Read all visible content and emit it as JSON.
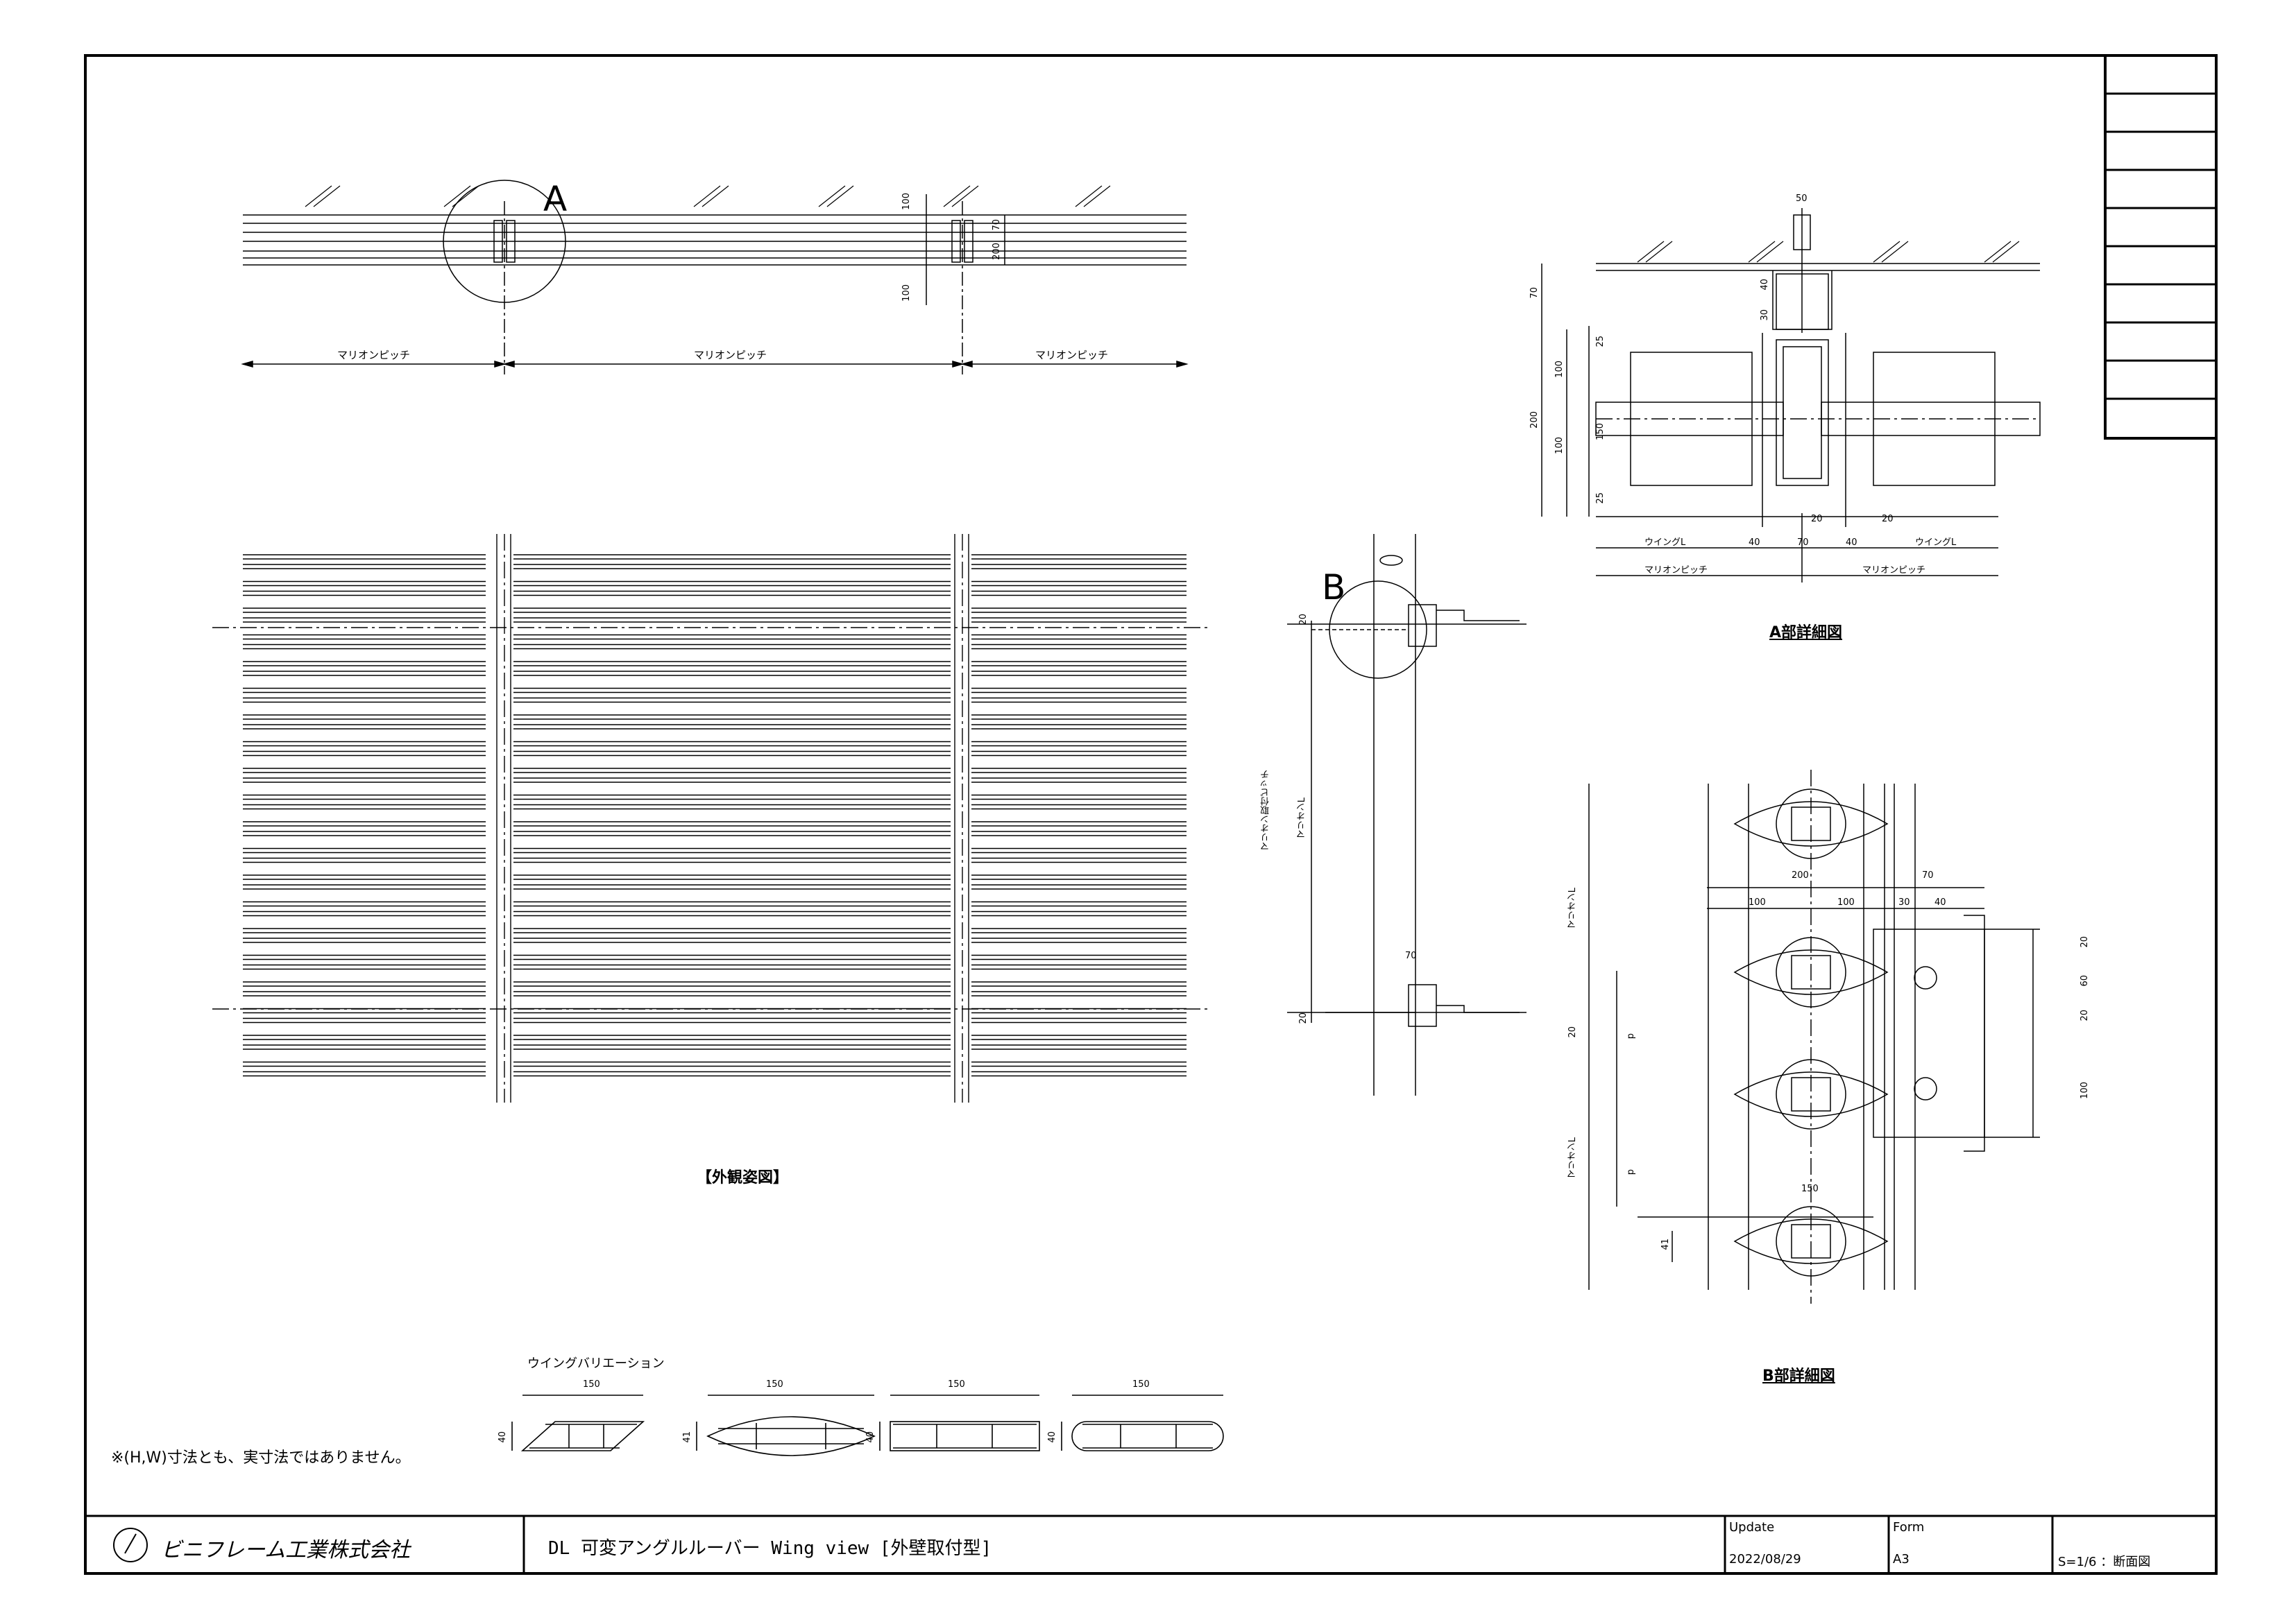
{
  "sheet": {
    "company": "ビニフレーム工業株式会社",
    "title": "DL 可変アングルルーバー Wing view [外壁取付型]",
    "update_label": "Update",
    "update_value": "2022/08/29",
    "form_label": "Form",
    "form_value": "A3",
    "scale": "S=1/6 ：断面図",
    "note": "※(H,W)寸法とも、実寸法ではありません。"
  },
  "views": {
    "elevation_caption": "【外観姿図】",
    "detail_a_caption": "A部詳細図",
    "detail_b_caption": "B部詳細図",
    "marker_a": "A",
    "marker_b": "B",
    "wing_variation_title": "ウイングバリエーション"
  },
  "plan_dims": {
    "pitch": "マリオンピッチ",
    "d100a": "100",
    "d100b": "100",
    "d70": "70",
    "d200": "200"
  },
  "detail_a_dims": {
    "d50": "50",
    "d70_top": "70",
    "d40": "40",
    "d30": "30",
    "d200": "200",
    "d100a": "100",
    "d100b": "100",
    "d25a": "25",
    "d150": "150",
    "d25b": "25",
    "d20a": "20",
    "d20b": "20",
    "wing_l": "ウイングL",
    "d40a": "40",
    "d70": "70",
    "d40b": "40",
    "pitch": "マリオンピッチ"
  },
  "section_b_dims": {
    "pitch_v": "マリオン取付ピッチ",
    "mullion_l": "マリオンL",
    "d20a": "20",
    "d20b": "20",
    "d70": "70"
  },
  "detail_b_dims": {
    "d70": "70",
    "d200": "200",
    "d100a": "100",
    "d100b": "100",
    "d30": "30",
    "d40": "40",
    "d20a": "20",
    "d60": "60",
    "d20b": "20",
    "d100c": "100",
    "p": "p",
    "mullion_l": "マリオンL",
    "d150": "150",
    "d41": "41"
  },
  "wings": [
    {
      "width": "150",
      "height": "40"
    },
    {
      "width": "150",
      "height": "41"
    },
    {
      "width": "150",
      "height": "40"
    },
    {
      "width": "150",
      "height": "40"
    }
  ]
}
